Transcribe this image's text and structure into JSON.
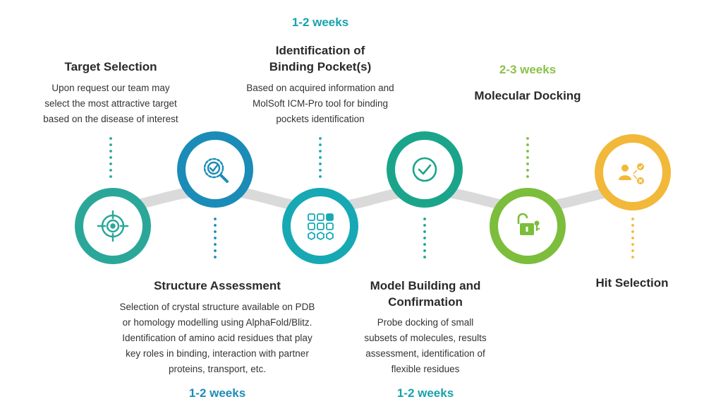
{
  "colors": {
    "ribbon": "#dadada",
    "teal": "#2ba79a",
    "blue": "#1a8cb7",
    "cyan": "#16a9b4",
    "green": "#1aa58a",
    "lime": "#7cbd3c",
    "yellow": "#f2b83a",
    "duration_cyan": "#17a2ad",
    "duration_blue": "#1d8db5",
    "duration_lime": "#8cc14a"
  },
  "steps": [
    {
      "id": "target-selection",
      "icon": "crosshair-icon",
      "title": "Target Selection",
      "description": [
        "Upon request our team may",
        "select the most attractive target",
        "based on the disease of interest"
      ]
    },
    {
      "id": "structure-assessment",
      "icon": "magnifier-gear-icon",
      "title": "Structure Assessment",
      "description": [
        "Selection of crystal structure available on PDB",
        "or homology modelling using AlphaFold/Blitz.",
        "Identification of amino acid residues that play",
        "key roles in binding, interaction with partner",
        "proteins, transport, etc."
      ],
      "duration": "1-2 weeks"
    },
    {
      "id": "binding-pocket",
      "icon": "molecule-grid-icon",
      "title": [
        "Identification of",
        "Binding Pocket(s)"
      ],
      "description": [
        "Based on acquired information and",
        "MolSoft ICM-Pro tool for binding",
        "pockets identification"
      ],
      "duration": "1-2 weeks"
    },
    {
      "id": "model-building",
      "icon": "check-circle-icon",
      "title": [
        "Model Building and",
        "Confirmation"
      ],
      "description": [
        "Probe docking of small",
        "subsets of molecules, results",
        "assessment, identification of",
        "flexible residues"
      ],
      "duration": "1-2 weeks"
    },
    {
      "id": "molecular-docking",
      "icon": "unlocked-padlock-key-icon",
      "title": "Molecular Docking",
      "duration": "2-3 weeks"
    },
    {
      "id": "hit-selection",
      "icon": "user-choice-icon",
      "title": "Hit Selection"
    }
  ]
}
